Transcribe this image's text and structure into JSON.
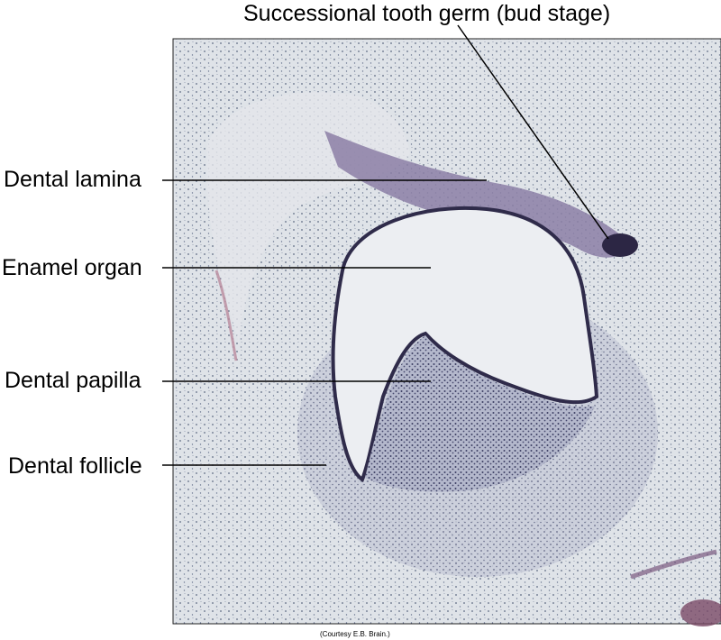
{
  "figure": {
    "image_description": "Histology micrograph of a developing tooth germ (bell stage) with successional tooth germ",
    "labels": {
      "successional": "Successional tooth germ (bud stage)",
      "dental_lamina": "Dental lamina",
      "enamel_organ": "Enamel organ",
      "dental_papilla": "Dental papilla",
      "dental_follicle": "Dental follicle"
    },
    "credit": "(Courtesy E.B. Brain.)",
    "colors": {
      "tissue_background": "#d9dde4",
      "stain_dark": "#2f2b4a",
      "stain_purple": "#7a5a80",
      "stain_pink": "#b98a9c",
      "leader_line": "#000000"
    }
  }
}
